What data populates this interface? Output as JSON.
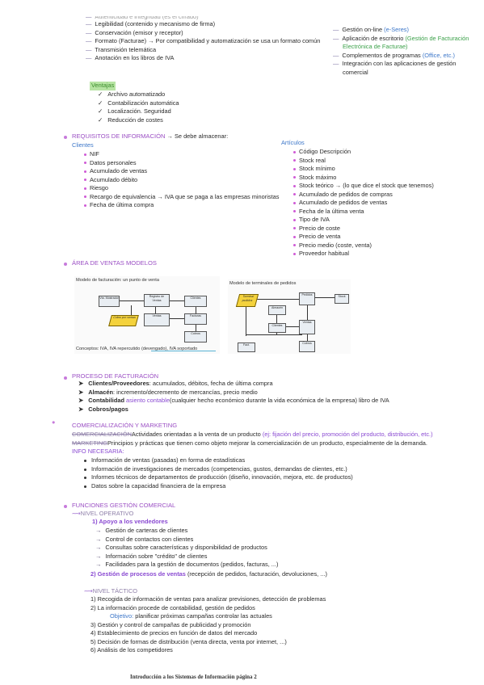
{
  "top_left": {
    "partial_line": "Autenticidad e integridad (es el cifrado)",
    "items": [
      "Legibilidad (contenido y mecanismo de firma)",
      "Conservación (emisor y receptor)",
      "Formato (Facturae) → Por compatibilidad y automatización se usa un formato común",
      "Transmisión telemática",
      "Anotación en los libros de IVA"
    ],
    "ventajas_label": "Ventajas",
    "ventajas": [
      "Archivo automatizado",
      "Contabilización automática",
      "Localización. Seguridad",
      "Reducción de costes"
    ]
  },
  "top_right": {
    "items": [
      {
        "text": "Gestión on-line ",
        "colored": "(e-Seres)"
      },
      {
        "text": "Aplicación de escritorio ",
        "colored": "(Gestión de Facturación Electrónica de Facturae)"
      },
      {
        "text": "Complementos de programas ",
        "colored": "(Office, etc.)"
      },
      {
        "text": "Integración con las aplicaciones de gestión comercial",
        "colored": ""
      }
    ]
  },
  "requisitos": {
    "title": "REQUISITOS DE INFORMACIÓN",
    "suffix": "→ Se debe almacenar:",
    "clientes_label": "Clientes",
    "clientes": [
      "NIF",
      "Datos personales",
      "Acumulado de ventas",
      "Acumulado débito",
      "Riesgo",
      "Recargo de equivalencia → IVA que se paga a las empresas minoristas",
      "Fecha de última compra"
    ],
    "articulos_label": "Artículos",
    "articulos": [
      "Código Descripción",
      "Stock real",
      "Stock mínimo",
      "Stock máximo",
      "Stock teórico → (lo que dice el stock que tenemos)",
      "Acumulado de pedidos de compras",
      "Acumulado de pedidos de ventas",
      "Fecha de la última venta",
      "Tipo de IVA",
      "Precio de coste",
      "Precio de venta",
      "Precio medio (coste, venta)",
      "Proveedor habitual"
    ]
  },
  "area_ventas": {
    "title": "ÁREA DE VENTAS MODELOS",
    "left_title": "Modelo de facturación: un punto de venta",
    "right_title": "Modelo de terminales de pedidos",
    "caption": "Conceptos: IVA, IVA repercutido (devengado), IVA soportado",
    "left_nodes": [
      "Vta. Mostrador",
      "Registro de Ventas",
      "Clientes",
      "Ventas",
      "Facturas",
      "Cobros",
      "Cobro por ventas"
    ],
    "right_nodes": [
      "Terminal pedidos",
      "Pedidos",
      "Stock",
      "Almacén",
      "Clientes",
      "Ventas",
      "Fact.",
      "Cobros"
    ]
  },
  "facturacion": {
    "title": "PROCESO DE FACTURACIÓN",
    "items": [
      {
        "bold": "Clientes/Proveedores",
        "rest": ": acumulados, débitos, fecha de última compra",
        "extra": ""
      },
      {
        "bold": "Almacén",
        "rest": ": incremento/decremento de mercancías, precio medio",
        "extra": ""
      },
      {
        "bold": "Contabilidad",
        "rest": "(cualquier hecho económico durante la vida económica de la empresa) libro de IVA",
        "extra": " asiento contable"
      },
      {
        "bold": "Cobros/pagos",
        "rest": "",
        "extra": ""
      }
    ]
  },
  "comercializacion": {
    "title": "COMERCIALIZACIÓN Y MARKETING",
    "comercializacion_label": "COMERCIALIZACIÓN",
    "comercializacion_text": "Actividades orientadas a la venta de un producto ",
    "comercializacion_example": "(ej: fijación del precio, promoción del producto, distribución, etc.)",
    "marketing_label": "MARKETING",
    "marketing_text": "Principios y prácticas que tienen como objeto mejorar la comercialización de un producto, especialmente de la demanda.",
    "info_label": "INFO NECESARIA:",
    "info_items": [
      "Información de ventas (pasadas) en forma de estadísticas",
      "Información de investigaciones de mercados (competencias, gustos, demandas de clientes, etc.)",
      "Informes técnicos de departamentos de producción (diseño, innovación, mejora, etc. de productos)",
      "Datos sobre la capacidad financiera de la empresa"
    ]
  },
  "funciones": {
    "title": "FUNCIONES GESTIÓN COMERCIAL",
    "operativo_label": "NIVEL OPERATIVO",
    "apoyo_label": "1) Apoyo a los vendedores",
    "apoyo_items": [
      "Gestión de carteras de clientes",
      "Control de contactos con clientes",
      "Consultas sobre características y disponibilidad de productos",
      "Información sobre \"crédito\" de clientes",
      "Facilidades para la gestión de documentos (pedidos, facturas, ...)"
    ],
    "gestion_label": "2) Gestión de procesos de ventas",
    "gestion_rest": " (recepción de pedidos, facturación, devoluciones, ...)",
    "tactico_label": "NIVEL TÁCTICO",
    "tactico_items": [
      "1) Recogida de información de ventas para analizar previsiones, detección de problemas",
      "2) La información procede de contabilidad, gestión de pedidos"
    ],
    "objetivo_label": "Objetivo:",
    "objetivo_text": " planificar próximas campañas controlar las actuales",
    "tactico_items_2": [
      "3) Gestión y control de campañas de publicidad y promoción",
      "4) Establecimiento de precios en función de datos del mercado",
      "5) Decisión de formas de distribución (venta directa, venta por internet, ...)",
      "6) Análisis de los competidores"
    ]
  },
  "footer": "Introducción a los Sistemas de Información página 2"
}
